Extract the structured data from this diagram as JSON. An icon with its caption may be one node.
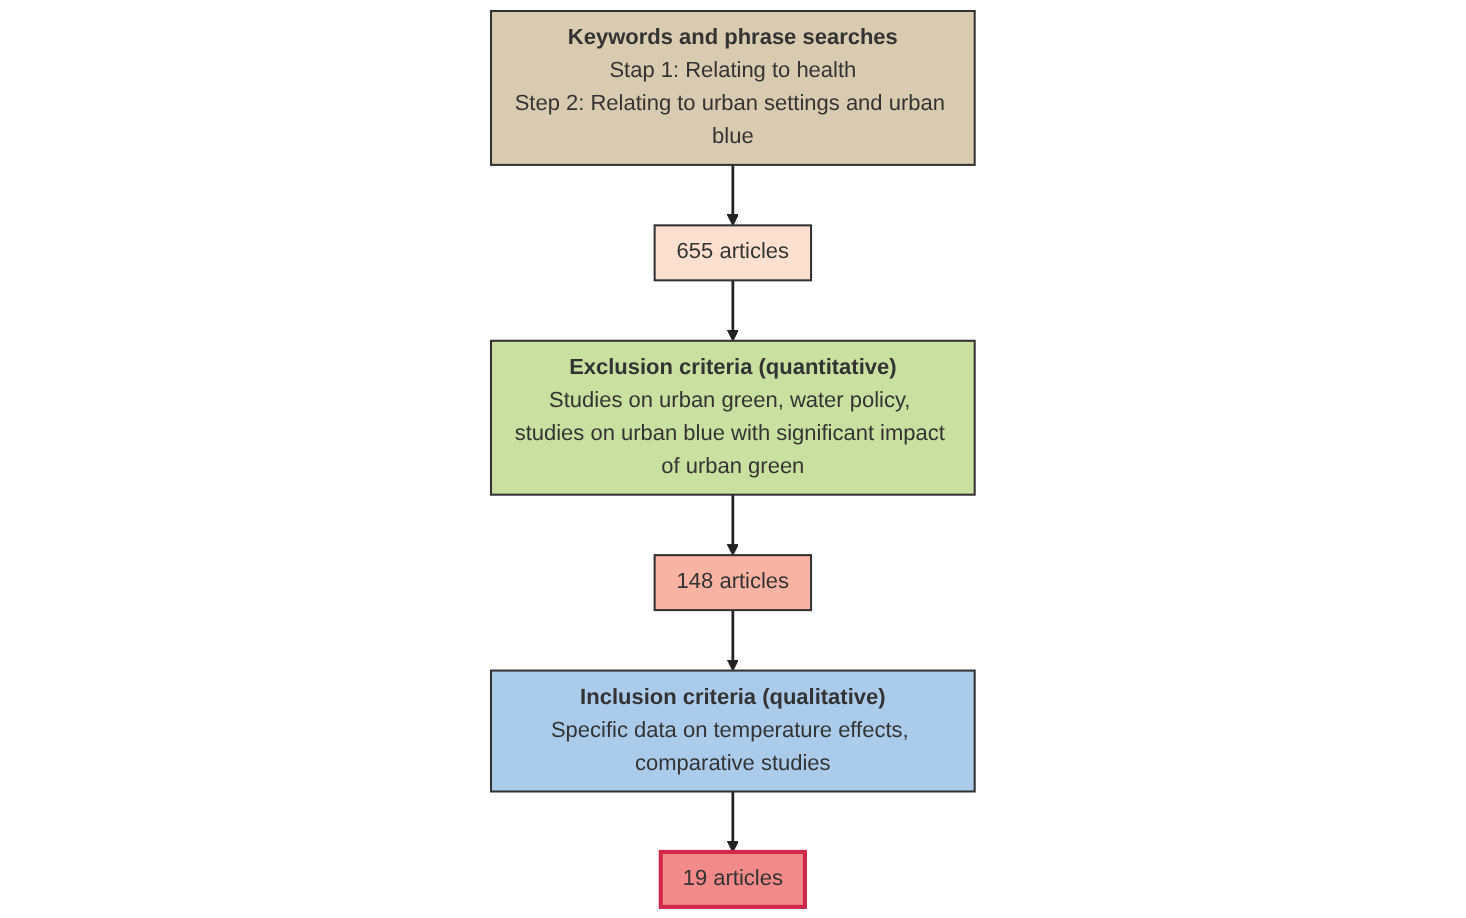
{
  "diagram": {
    "nodes": [
      {
        "text": [
          "Keywords and phrase searches",
          "Stap 1: Relating to health",
          "Step 2: Relating to urban settings and urban blue"
        ]
      },
      {
        "text": [
          "655 articles"
        ]
      },
      {
        "text": [
          "Exclusion criteria (quantitative)",
          "Studies on urban green, water policy, studies on urban blue with significant impact of urban green"
        ]
      },
      {
        "text": [
          "148 articles"
        ]
      },
      {
        "text": [
          "Inclusion criteria (qualitative)",
          "Specific data on temperature effects, comparative studies"
        ]
      },
      {
        "text": [
          "19 articles"
        ]
      }
    ],
    "edges": [
      {
        "from": 0,
        "to": 1,
        "arrow": "to"
      },
      {
        "from": 1,
        "to": 2,
        "arrow": "to"
      },
      {
        "from": 2,
        "to": 3,
        "arrow": "to"
      },
      {
        "from": 3,
        "to": 4,
        "arrow": "to"
      },
      {
        "from": 4,
        "to": 5,
        "arrow": "to"
      }
    ]
  }
}
